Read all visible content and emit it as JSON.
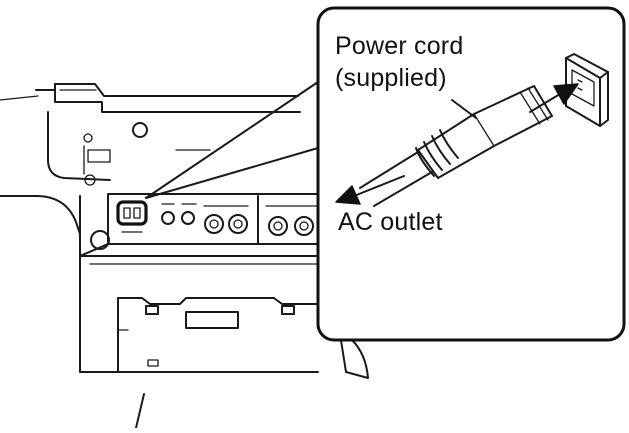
{
  "figure": {
    "labels": {
      "power_cord": [
        "Power cord",
        "(supplied)"
      ],
      "ac_outlet": "AC outlet"
    },
    "icons": [
      "device-rear-panel-icon",
      "ac-in-socket-icon",
      "power-cord-plug-icon",
      "wall-outlet-icon",
      "insert-arrow-icon",
      "cable-direction-arrow-icon"
    ],
    "colors": {
      "ink": "#1a1a1a",
      "background": "#ffffff"
    }
  }
}
